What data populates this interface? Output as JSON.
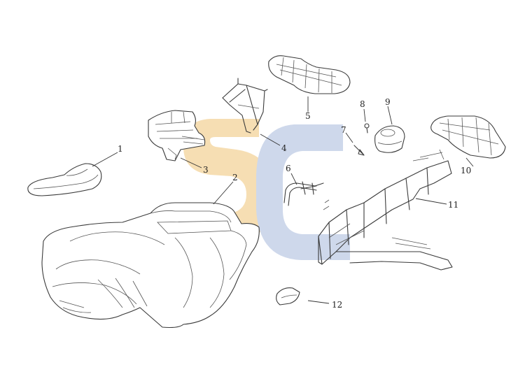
{
  "diagram": {
    "callouts": [
      {
        "id": "1",
        "label": "1"
      },
      {
        "id": "2",
        "label": "2"
      },
      {
        "id": "3",
        "label": "3"
      },
      {
        "id": "4",
        "label": "4"
      },
      {
        "id": "5",
        "label": "5"
      },
      {
        "id": "6",
        "label": "6"
      },
      {
        "id": "7",
        "label": "7"
      },
      {
        "id": "8",
        "label": "8"
      },
      {
        "id": "9",
        "label": "9"
      },
      {
        "id": "10",
        "label": "10"
      },
      {
        "id": "11",
        "label": "11"
      },
      {
        "id": "12",
        "label": "12"
      }
    ],
    "watermark": {
      "color_orange": "#f5d9a6",
      "color_blue": "#c6d2e8"
    }
  }
}
